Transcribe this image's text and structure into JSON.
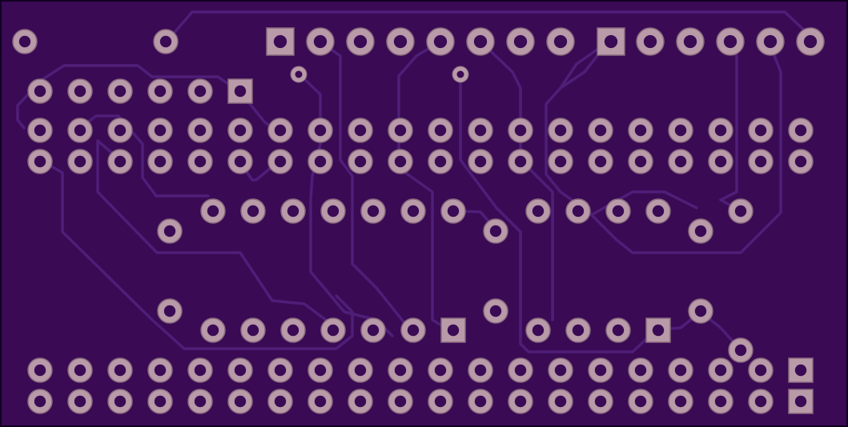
{
  "colors": {
    "board": "#3a0a55",
    "board_edge": "#1a0030",
    "trace": "#4f1e78",
    "pad": "#b89aa8",
    "pad_ring": "#8a6b7d",
    "hole": "#3a0a55"
  },
  "pcb": {
    "layer": "bottom copper",
    "pad_count": 140,
    "via_count": 2,
    "square_pads": 7
  }
}
